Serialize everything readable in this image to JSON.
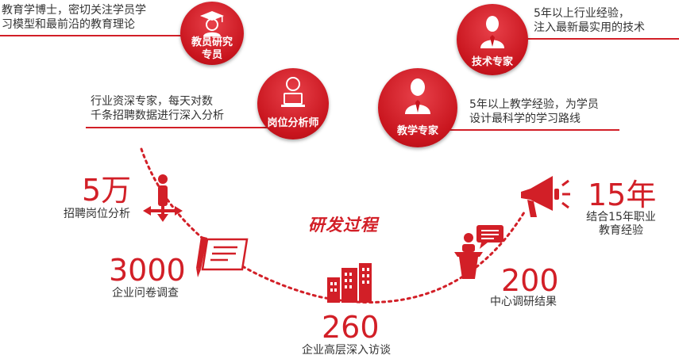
{
  "title": "研发过程",
  "roles": [
    {
      "label_line1": "教员研究",
      "label_line2": "专员",
      "description_line1": "教育学博士，密切关注学员学",
      "description_line2": "习模型和最前沿的教育理论"
    },
    {
      "label_line1": "岗位分析师",
      "description_line1": "行业资深专家，每天对数",
      "description_line2": "千条招聘数据进行深入分析"
    },
    {
      "label_line1": "技术专家",
      "description_line1": "5年以上行业经验，",
      "description_line2": "注入最新最实用的技术"
    },
    {
      "label_line1": "教学专家",
      "description_line1": "5年以上教学经验，为学员",
      "description_line2": "设计最科学的学习路线"
    }
  ],
  "stats": [
    {
      "value": "5万",
      "label": "招聘岗位分析"
    },
    {
      "value": "3000",
      "label": "企业问卷调查"
    },
    {
      "value": "260",
      "label": "企业高层深入访谈"
    },
    {
      "value": "200",
      "label": "中心调研结果"
    },
    {
      "value": "15年",
      "label_line1": "结合15年职业",
      "label_line2": "教育经验"
    }
  ],
  "colors": {
    "accent": "#d21f27"
  }
}
